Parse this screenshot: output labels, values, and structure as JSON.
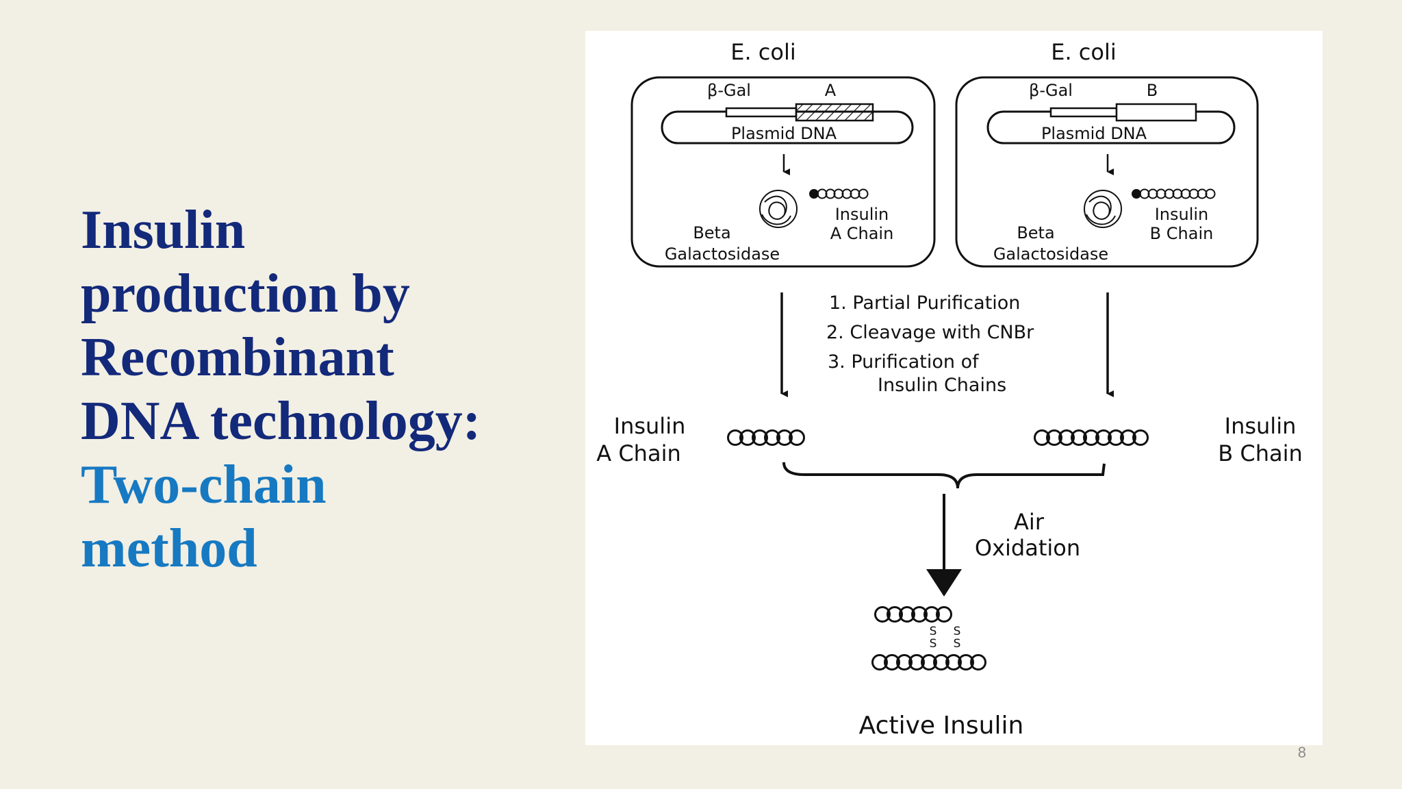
{
  "slide": {
    "title_lines": [
      "Insulin",
      "production by",
      "Recombinant",
      "DNA technology:"
    ],
    "subtitle_lines": [
      "Two-chain",
      "method"
    ],
    "page_number": "8",
    "colors": {
      "background": "#f2efe4",
      "title": "#13297a",
      "subtitle": "#1679c2"
    }
  },
  "diagram": {
    "left_cell": {
      "organism": "E. coli",
      "gene_labels": [
        "β-Gal",
        "A"
      ],
      "plasmid_label": "Plasmid DNA",
      "enzyme_label": [
        "Beta",
        "Galactosidase"
      ],
      "chain_label": [
        "Insulin",
        "A Chain"
      ]
    },
    "right_cell": {
      "organism": "E. coli",
      "gene_labels": [
        "β-Gal",
        "B"
      ],
      "plasmid_label": "Plasmid DNA",
      "enzyme_label": [
        "Beta",
        "Galactosidase"
      ],
      "chain_label": [
        "Insulin",
        "B Chain"
      ]
    },
    "steps": [
      "1. Partial Purification",
      "2. Cleavage with CNBr",
      "3. Purification of",
      "Insulin Chains"
    ],
    "chain_a_label": [
      "Insulin",
      "A Chain"
    ],
    "chain_b_label": [
      "Insulin",
      "B Chain"
    ],
    "oxidation_label": [
      "Air",
      "Oxidation"
    ],
    "disulfide_label": "S",
    "result_label": "Active Insulin"
  }
}
